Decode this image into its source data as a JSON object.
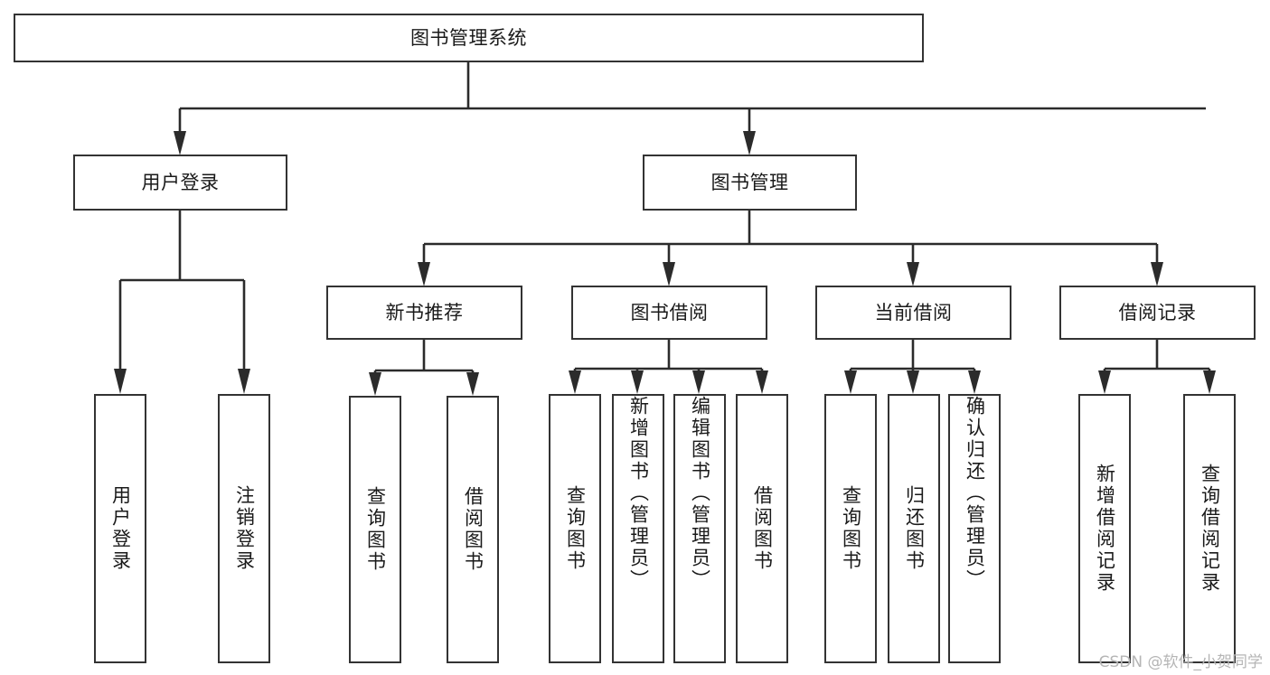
{
  "diagram": {
    "title": "图书管理系统",
    "type": "hierarchy-tree",
    "root": {
      "label": "图书管理系统"
    },
    "level2": [
      {
        "label": "用户登录"
      },
      {
        "label": "图书管理"
      }
    ],
    "level3": [
      {
        "label": "新书推荐"
      },
      {
        "label": "图书借阅"
      },
      {
        "label": "当前借阅"
      },
      {
        "label": "借阅记录"
      }
    ],
    "leaves": {
      "user_login": [
        {
          "label": "用户登录"
        },
        {
          "label": "注销登录"
        }
      ],
      "new_book_recommend": [
        {
          "label": "查询图书"
        },
        {
          "label": "借阅图书"
        }
      ],
      "book_borrow": [
        {
          "label": "查询图书"
        },
        {
          "label": "新增图书（管理员）"
        },
        {
          "label": "编辑图书（管理员）"
        },
        {
          "label": "借阅图书"
        }
      ],
      "current_borrow": [
        {
          "label": "查询图书"
        },
        {
          "label": "归还图书"
        },
        {
          "label": "确认归还（管理员）"
        }
      ],
      "borrow_record": [
        {
          "label": "新增借阅记录"
        },
        {
          "label": "查询借阅记录"
        }
      ]
    }
  },
  "colors": {
    "box_border": "#333333",
    "box_fill": "#ffffff",
    "connector": "#2b2b2b",
    "text": "#1a1a1a",
    "watermark": "#b5b5b5"
  },
  "watermark": {
    "text": "CSDN @软件_小贺同学"
  }
}
